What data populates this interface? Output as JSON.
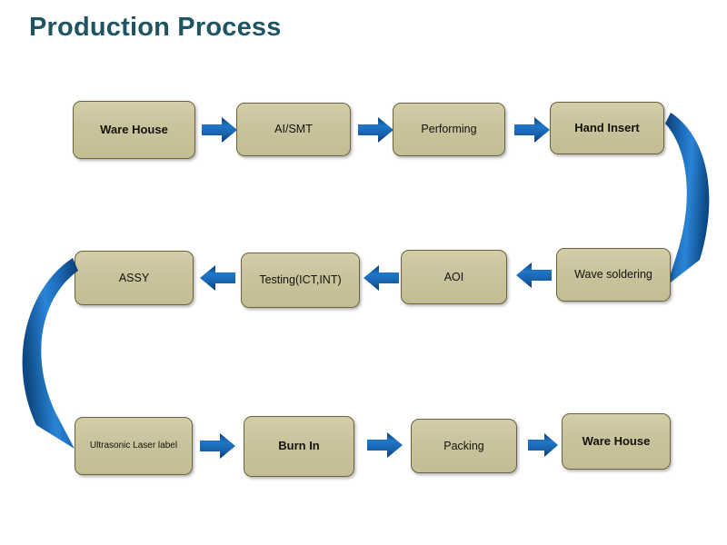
{
  "title": "Production Process",
  "colors": {
    "title": "#1f5562",
    "node_fill": "#cac49e",
    "node_border": "#6b6340",
    "arrow_dark": "#0d4a85",
    "arrow_light": "#2077c9",
    "background": "#ffffff"
  },
  "diagram": {
    "type": "flowchart",
    "flow_direction": "serpentine-boustrophedon",
    "rows": [
      {
        "id": "row-1",
        "direction": "left-to-right",
        "nodes": [
          {
            "id": "ware-house-in",
            "label": "Ware House",
            "emphasis": "bold"
          },
          {
            "id": "ai-smt",
            "label": "AI/SMT",
            "emphasis": "normal"
          },
          {
            "id": "performing",
            "label": "Performing",
            "emphasis": "normal"
          },
          {
            "id": "hand-insert",
            "label": "Hand  Insert",
            "emphasis": "bold"
          }
        ]
      },
      {
        "id": "row-2",
        "direction": "right-to-left",
        "nodes": [
          {
            "id": "assy",
            "label": "ASSY",
            "emphasis": "normal"
          },
          {
            "id": "testing",
            "label": "Testing(ICT,INT)",
            "emphasis": "normal"
          },
          {
            "id": "aoi",
            "label": "AOI",
            "emphasis": "normal"
          },
          {
            "id": "wave-soldering",
            "label": "Wave soldering",
            "emphasis": "normal"
          }
        ]
      },
      {
        "id": "row-3",
        "direction": "left-to-right",
        "nodes": [
          {
            "id": "ultrasonic",
            "label": "Ultrasonic Laser label",
            "emphasis": "small"
          },
          {
            "id": "burn-in",
            "label": "Burn In",
            "emphasis": "bold"
          },
          {
            "id": "packing",
            "label": "Packing",
            "emphasis": "normal"
          },
          {
            "id": "ware-house-out",
            "label": "Ware House",
            "emphasis": "bold"
          }
        ]
      }
    ],
    "connectors": [
      {
        "id": "conn-1",
        "from": "ware-house-in",
        "to": "ai-smt",
        "style": "block-arrow",
        "direction": "right"
      },
      {
        "id": "conn-2",
        "from": "ai-smt",
        "to": "performing",
        "style": "block-arrow",
        "direction": "right"
      },
      {
        "id": "conn-3",
        "from": "performing",
        "to": "hand-insert",
        "style": "block-arrow",
        "direction": "right"
      },
      {
        "id": "conn-4",
        "from": "hand-insert",
        "to": "wave-soldering",
        "style": "curved-arc",
        "direction": "down-right"
      },
      {
        "id": "conn-5",
        "from": "wave-soldering",
        "to": "aoi",
        "style": "block-arrow",
        "direction": "left"
      },
      {
        "id": "conn-6",
        "from": "aoi",
        "to": "testing",
        "style": "block-arrow",
        "direction": "left"
      },
      {
        "id": "conn-7",
        "from": "testing",
        "to": "assy",
        "style": "block-arrow",
        "direction": "left"
      },
      {
        "id": "conn-8",
        "from": "assy",
        "to": "ultrasonic",
        "style": "curved-arc",
        "direction": "down-left"
      },
      {
        "id": "conn-9",
        "from": "ultrasonic",
        "to": "burn-in",
        "style": "block-arrow",
        "direction": "right"
      },
      {
        "id": "conn-10",
        "from": "burn-in",
        "to": "packing",
        "style": "block-arrow",
        "direction": "right"
      },
      {
        "id": "conn-11",
        "from": "packing",
        "to": "ware-house-out",
        "style": "block-arrow",
        "direction": "right"
      }
    ]
  }
}
